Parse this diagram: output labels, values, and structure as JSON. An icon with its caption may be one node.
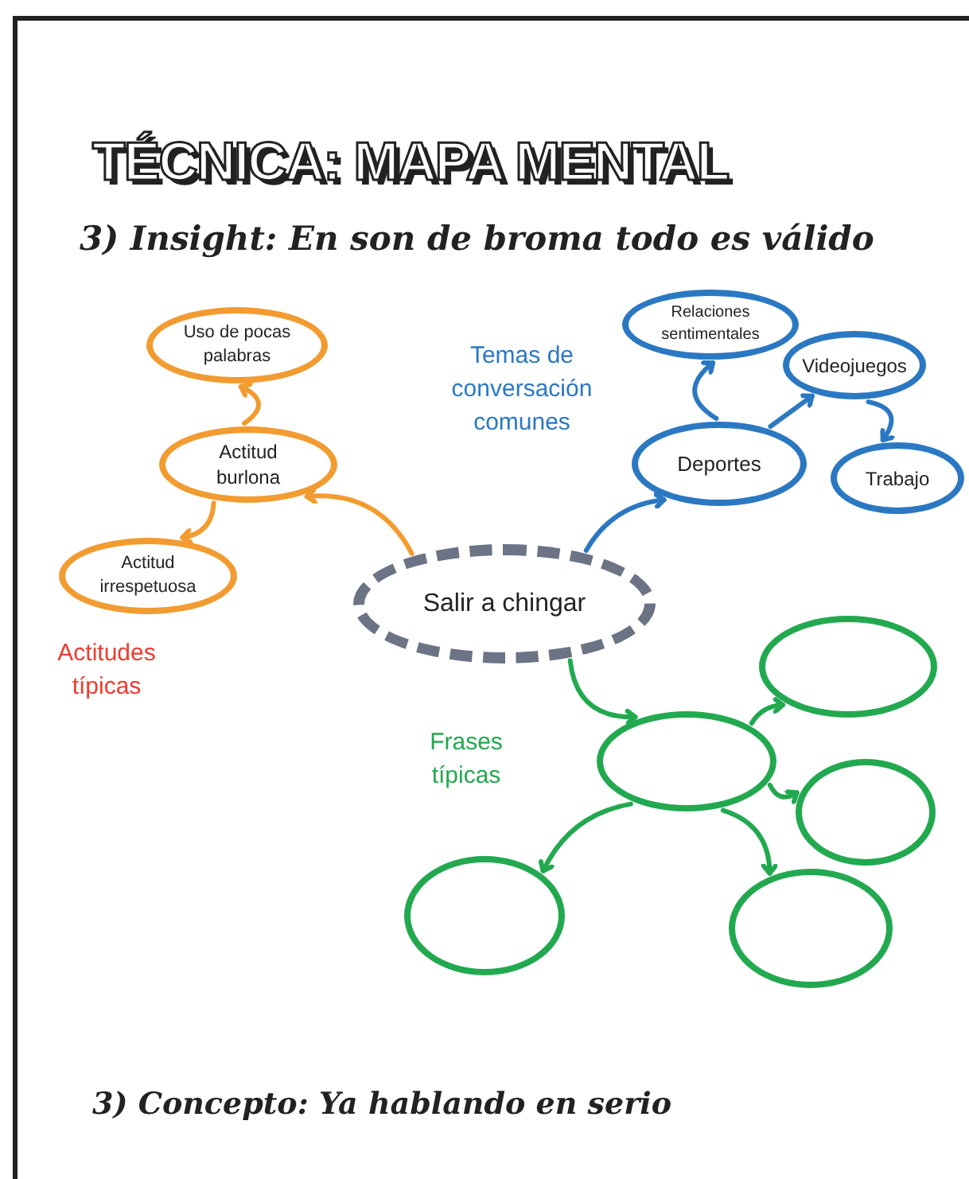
{
  "diagram": {
    "title": "TÉCNICA: MAPA MENTAL",
    "nodes": [
      {
        "text": [
          "Salir a chingar"
        ]
      },
      {
        "text": [
          "Uso de pocas palabras"
        ]
      },
      {
        "text": [
          "Actitud burlona"
        ]
      },
      {
        "text": [
          "Actitud irrespetuosa"
        ]
      },
      {
        "text": [
          "Relaciones sentimentales"
        ]
      },
      {
        "text": [
          "Deportes"
        ]
      },
      {
        "text": [
          "Videojuegos"
        ]
      },
      {
        "text": [
          "Trabajo"
        ]
      },
      {
        "text": [],
        "shape": "ellipse"
      },
      {
        "text": [],
        "shape": "ellipse"
      },
      {
        "text": [],
        "shape": "ellipse"
      },
      {
        "text": [],
        "shape": "ellipse"
      },
      {
        "text": [],
        "shape": "ellipse"
      }
    ],
    "edges": [
      {
        "from": 0,
        "to": 2,
        "arrow": "to",
        "color": "#f29b30"
      },
      {
        "from": 2,
        "to": 1,
        "arrow": "to",
        "color": "#f29b30"
      },
      {
        "from": 2,
        "to": 3,
        "arrow": "to",
        "color": "#f29b30"
      },
      {
        "from": 0,
        "to": 5,
        "arrow": "to",
        "color": "#2b78c2"
      },
      {
        "from": 5,
        "to": 4,
        "arrow": "to",
        "color": "#2b78c2"
      },
      {
        "from": 5,
        "to": 6,
        "arrow": "to",
        "color": "#2b78c2"
      },
      {
        "from": 6,
        "to": 7,
        "arrow": "to",
        "color": "#2b78c2"
      },
      {
        "from": 0,
        "to": 8,
        "arrow": "to"
      },
      {
        "from": 8,
        "to": 9,
        "arrow": "to"
      },
      {
        "from": 8,
        "to": 10,
        "arrow": "to"
      },
      {
        "from": 8,
        "to": 11,
        "arrow": "to"
      },
      {
        "from": 8,
        "to": 12,
        "arrow": "to"
      }
    ],
    "labels": [
      "3) Insight: En son de broma todo es válido",
      "Temas de conversación comunes",
      "Actitudes típicas",
      "Frases típicas",
      "3) Concepto: Ya hablando en serio"
    ]
  }
}
